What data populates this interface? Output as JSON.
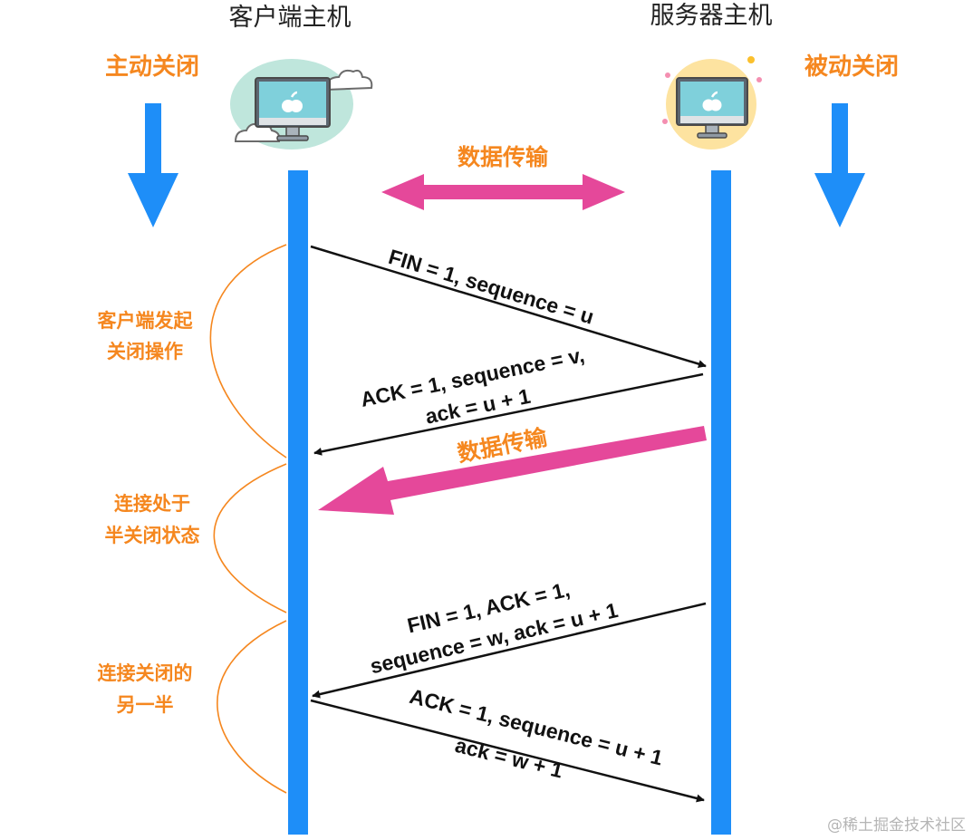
{
  "client": {
    "title": "客户端主机",
    "role_label": "主动关闭"
  },
  "server": {
    "title": "服务器主机",
    "role_label": "被动关闭"
  },
  "data_transfer": {
    "label_top": "数据传输",
    "label_mid": "数据传输"
  },
  "phases": [
    {
      "line1": "客户端发起",
      "line2": "关闭操作"
    },
    {
      "line1": "连接处于",
      "line2": "半关闭状态"
    },
    {
      "line1": "连接关闭的",
      "line2": "另一半"
    }
  ],
  "messages": {
    "m1": {
      "line1": "FIN = 1, sequence = u"
    },
    "m2": {
      "line1": "ACK = 1, sequence = v,",
      "line2": "ack = u + 1"
    },
    "m3": {
      "line1": "FIN = 1,  ACK = 1,",
      "line2": "sequence = w, ack = u + 1"
    },
    "m4": {
      "line1": "ACK = 1, sequence = u + 1",
      "line2": "ack = w + 1"
    }
  },
  "watermark": "@稀土掘金技术社区",
  "colors": {
    "lifeline": "#1e8ef8",
    "pink": "#e5489a",
    "orange": "#f5871f",
    "black": "#111111"
  },
  "icons": {
    "client": "imac-cloud-icon",
    "server": "imac-sun-icon"
  }
}
